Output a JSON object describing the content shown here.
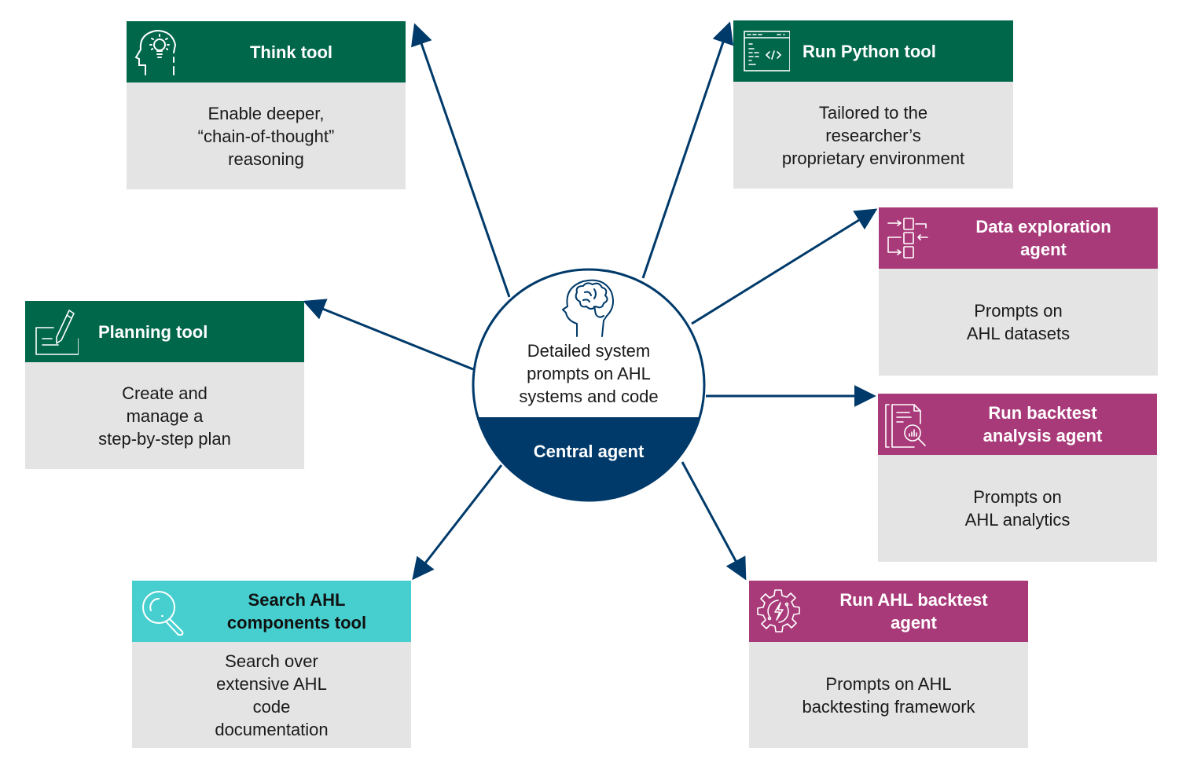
{
  "diagram": {
    "type": "hub-and-spoke",
    "colors": {
      "arrow": "#003a6a",
      "tool_header": "#00674a",
      "agent_header": "#a93a79",
      "search_header": "#47cfcf",
      "card_body": "#e4e4e4",
      "central_fill": "#003a6a"
    },
    "central": {
      "icon": "head-brain-icon",
      "description": "Detailed system prompts on AHL systems and code",
      "description_lines": [
        "Detailed system",
        "prompts on AHL",
        "systems and code"
      ],
      "label": "Central agent"
    },
    "nodes": [
      {
        "id": "think",
        "kind": "tool",
        "icon": "head-lightbulb-icon",
        "title": "Think tool",
        "title_lines": [
          "Think tool"
        ],
        "body_lines": [
          "Enable deeper,",
          "“chain-of-thought”",
          "reasoning"
        ]
      },
      {
        "id": "python",
        "kind": "tool",
        "icon": "code-window-icon",
        "title": "Run Python tool",
        "title_lines": [
          "Run Python tool"
        ],
        "body_lines": [
          "Tailored to the",
          "researcher’s",
          "proprietary environment"
        ]
      },
      {
        "id": "data-exploration",
        "kind": "agent",
        "icon": "flow-boxes-icon",
        "title": "Data exploration agent",
        "title_lines": [
          "Data exploration",
          "agent"
        ],
        "body_lines": [
          "Prompts on",
          "AHL datasets"
        ]
      },
      {
        "id": "backtest-analysis",
        "kind": "agent",
        "icon": "document-analytics-icon",
        "title": "Run backtest analysis agent",
        "title_lines": [
          "Run backtest",
          "analysis agent"
        ],
        "body_lines": [
          "Prompts on",
          "AHL analytics"
        ]
      },
      {
        "id": "ahl-backtest",
        "kind": "agent",
        "icon": "gear-lightning-icon",
        "title": "Run AHL backtest agent",
        "title_lines": [
          "Run AHL backtest",
          "agent"
        ],
        "body_lines": [
          "Prompts on AHL",
          "backtesting framework"
        ]
      },
      {
        "id": "search",
        "kind": "search-tool",
        "icon": "magnifier-icon",
        "title": "Search AHL components tool",
        "title_lines": [
          "Search AHL",
          "components tool"
        ],
        "body_lines": [
          "Search over",
          "extensive AHL",
          "code",
          "documentation"
        ]
      },
      {
        "id": "planning",
        "kind": "tool",
        "icon": "pencil-note-icon",
        "title": "Planning tool",
        "title_lines": [
          "Planning tool"
        ],
        "body_lines": [
          "Create and",
          "manage a",
          "step-by-step plan"
        ]
      }
    ],
    "edges": [
      {
        "from": "central",
        "to": "think",
        "direction": "outward"
      },
      {
        "from": "central",
        "to": "python",
        "direction": "outward"
      },
      {
        "from": "central",
        "to": "data-exploration",
        "direction": "outward"
      },
      {
        "from": "central",
        "to": "backtest-analysis",
        "direction": "outward"
      },
      {
        "from": "central",
        "to": "ahl-backtest",
        "direction": "outward"
      },
      {
        "from": "central",
        "to": "search",
        "direction": "outward"
      },
      {
        "from": "central",
        "to": "planning",
        "direction": "outward"
      }
    ]
  }
}
